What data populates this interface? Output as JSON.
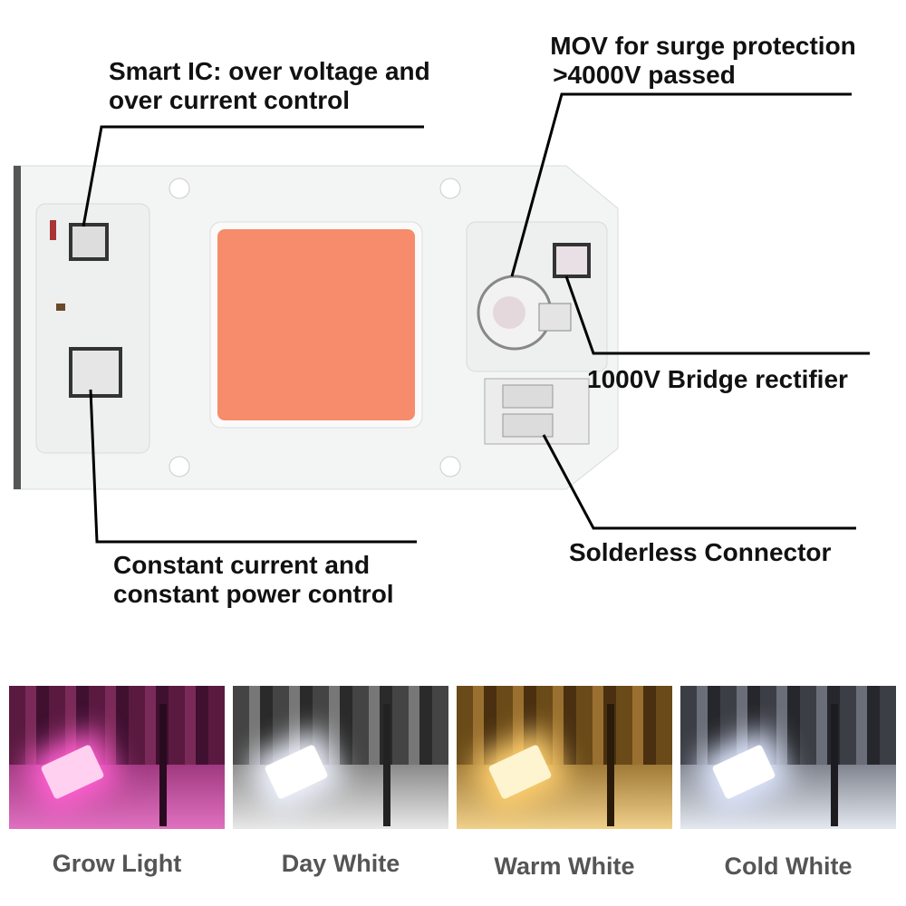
{
  "annotations": {
    "smart_ic": [
      "Smart IC: over voltage and",
      "over current control"
    ],
    "mov": [
      "MOV for surge protection",
      ">4000V passed"
    ],
    "bridge": "1000V Bridge rectifier",
    "connector": "Solderless Connector",
    "constant": [
      "Constant current and",
      "constant power control"
    ]
  },
  "colors": {
    "led": "#f68c6c",
    "board": "#f4f6f6",
    "caption": "#555555"
  },
  "variants": [
    {
      "label": "Grow Light",
      "tint": "#d0408f"
    },
    {
      "label": "Day White",
      "tint": "#c8ccd0"
    },
    {
      "label": "Warm White",
      "tint": "#d9a64a"
    },
    {
      "label": "Cold White",
      "tint": "#b8bcc4"
    }
  ]
}
